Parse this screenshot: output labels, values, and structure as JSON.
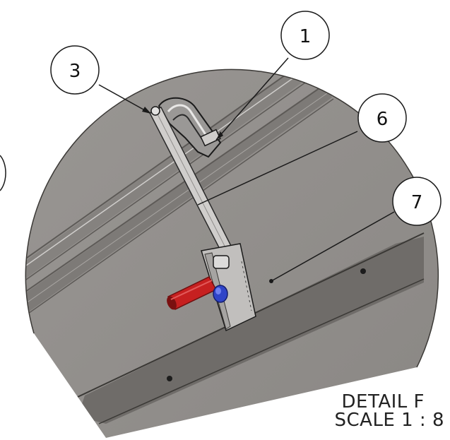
{
  "balloons": {
    "b1": "1",
    "b3": "3",
    "b6": "6",
    "b7": "7"
  },
  "caption": {
    "title": "DETAIL F",
    "scale": "SCALE 1 : 8"
  },
  "colors": {
    "panel": "#8e8b88",
    "panel_light": "#a19e9b",
    "rail": "#7e7b78",
    "rod": "#c7c5c3",
    "handle": "#c62020",
    "knob": "#2f44c8",
    "bracket": "#b8b6b4",
    "line": "#1a1a1a"
  }
}
